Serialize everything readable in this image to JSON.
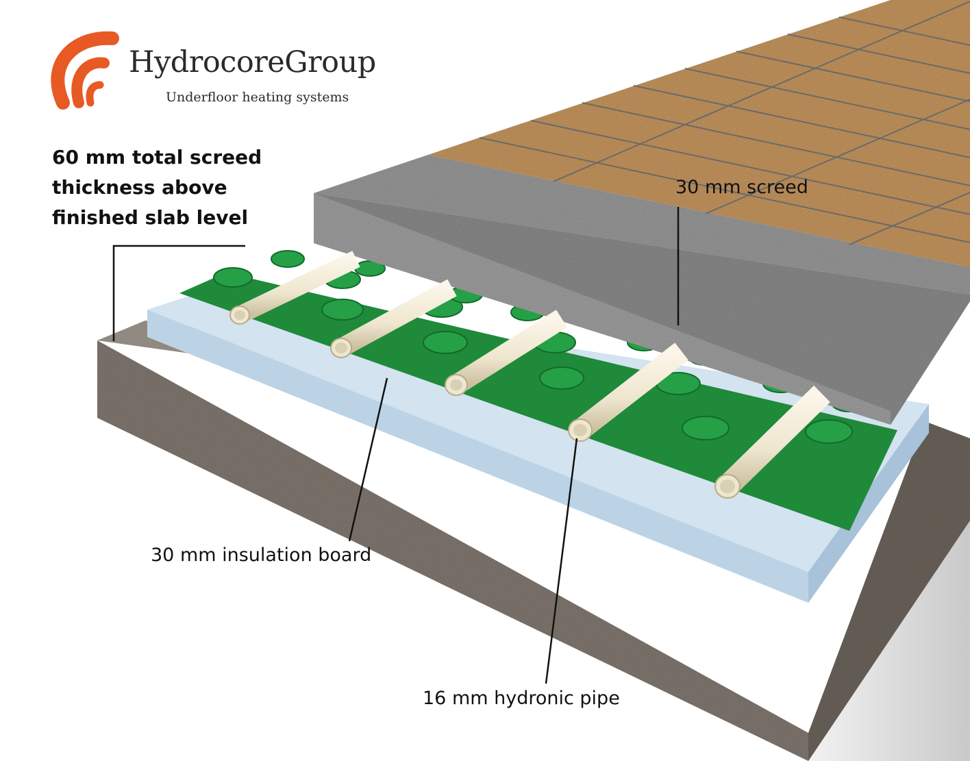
{
  "brand": {
    "name": "HydrocoreGroup",
    "tagline": "Underfloor heating systems",
    "logo_color": "#e85a23"
  },
  "heading_lines": [
    "60 mm total screed",
    "thickness above",
    "finished slab level"
  ],
  "labels": {
    "screed": "30 mm screed",
    "insulation": "30 mm insulation board",
    "pipe": "16 mm hydronic pipe"
  },
  "colors": {
    "tile": "#c99a62",
    "screed": "#8f8f8f",
    "slab": "#8a8178",
    "insulation": "#c2d7e8",
    "membrane": "#1f8a3a",
    "pipe": "#efe6cf"
  }
}
